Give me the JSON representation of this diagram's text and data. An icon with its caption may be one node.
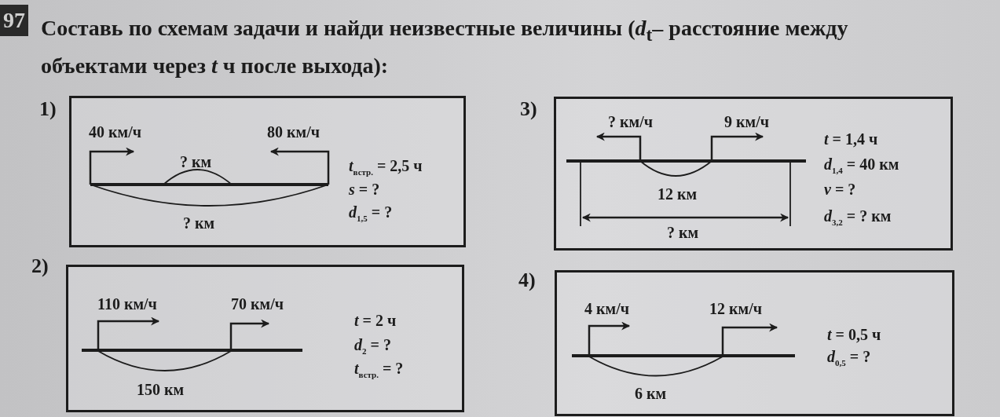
{
  "diagram": {
    "title": "Составь по схемам задачи и найди неизвестные величины (*d*$_{t}$– расстояние между объектами через *t* ч после выхода):",
    "nodes": [
      {
        "text": [
          "1)",
          "40 км/ч",
          "80 км/ч",
          "? км",
          "? км",
          "*t*$_{встр.}$ = 2,5 ч",
          "*s* = ?",
          "*d*$_{1,5}$ = ?"
        ]
      },
      {
        "text": [
          "3)",
          "? км/ч",
          "9 км/ч",
          "12 км",
          "? км",
          "*t* = 1,4 ч",
          "*d*$_{1,4}$ = 40 км",
          "*v* = ?",
          "*d*$_{3,2}$ = ? км"
        ]
      },
      {
        "text": [
          "2)",
          "110 км/ч",
          "70 км/ч",
          "150 км",
          "*t* = 2 ч",
          "*d*$_{2}$ = ?",
          "*t*$_{встр.}$ = ?"
        ]
      },
      {
        "text": [
          "4)",
          "4 км/ч",
          "12 км/ч",
          "6 км",
          "*t* = 0,5 ч",
          "*d*$_{0,5}$ = ?"
        ]
      }
    ],
    "labels": [
      "97"
    ]
  }
}
